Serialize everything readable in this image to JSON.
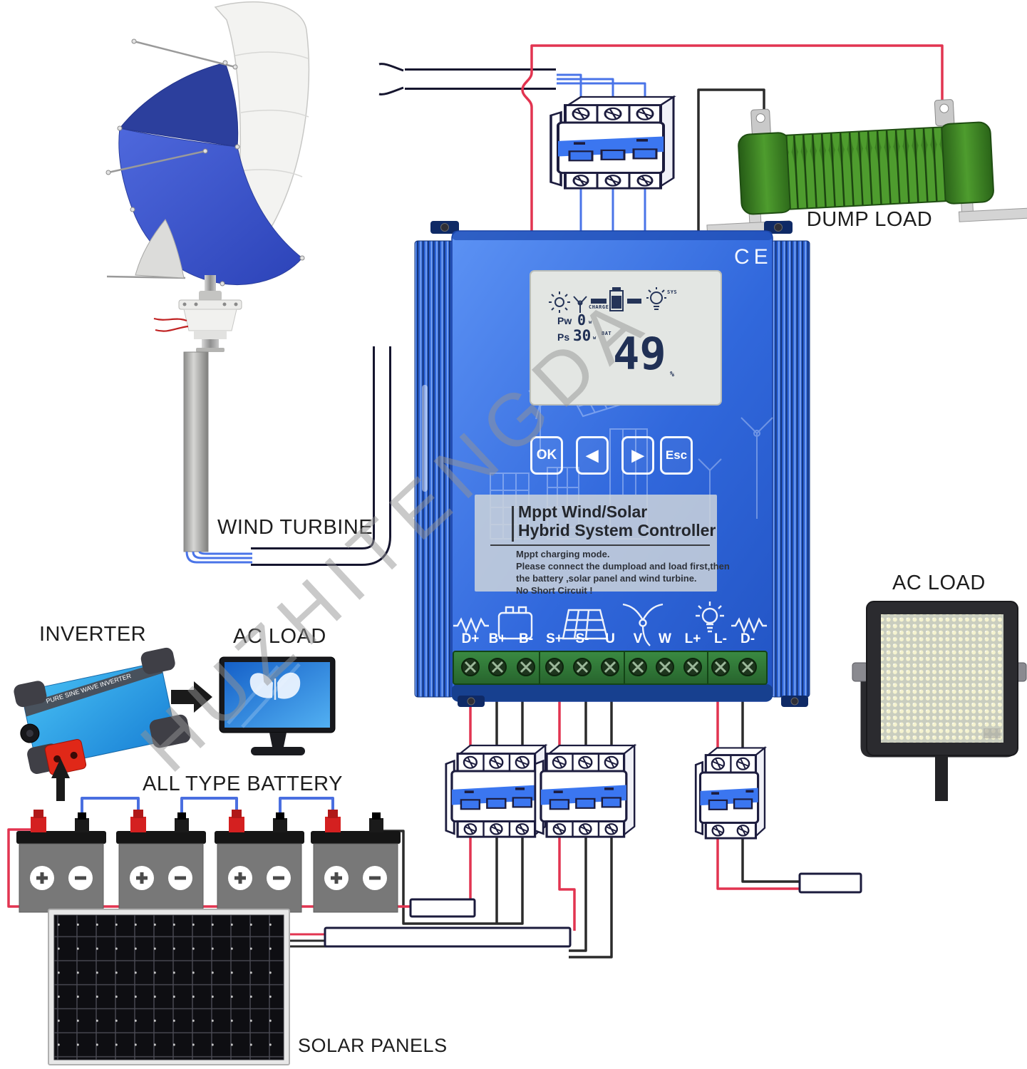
{
  "watermark": "HUZHITENGDA",
  "labels": {
    "wind_turbine": "WIND TURBINE",
    "dump_load": "DUMP LOAD",
    "inverter": "INVERTER",
    "ac_load_left": "AC LOAD",
    "all_type_battery": "ALL TYPE BATTERY",
    "ac_load_right": "AC LOAD",
    "solar_panels": "SOLAR PANELS"
  },
  "controller": {
    "ce_mark": "CE",
    "lcd": {
      "charge_label": "CHARGE",
      "sys_label": "SYS",
      "pw_label": "Pw",
      "pw_value": "0",
      "pw_unit": "w",
      "ps_label": "Ps",
      "ps_value": "30",
      "ps_unit": "w",
      "bat_label": "BAT",
      "main_value": "49",
      "main_unit": "%"
    },
    "lcd_icons": [
      "sun-icon",
      "wind-turbine-icon",
      "flow-dash-icon",
      "battery-level-icon",
      "flow-dash-icon",
      "lamp-icon"
    ],
    "buttons": [
      {
        "label": "OK"
      },
      {
        "label": "◀"
      },
      {
        "label": "▶"
      },
      {
        "label": "Esc"
      }
    ],
    "plate": {
      "title_line1": "Mppt Wind/Solar",
      "title_line2": "Hybrid System Controller",
      "lines": [
        "Mppt charging mode.",
        "Please connect the dumpload and load first,then",
        "the battery ,solar panel and wind turbine.",
        "No Short Circuit !"
      ]
    },
    "terminals": [
      "D+",
      "B+",
      "B-",
      "S+",
      "S-",
      "U",
      "V",
      "W",
      "L+",
      "L-",
      "D-"
    ],
    "terminal_icons": [
      "resistor-icon",
      "battery-icon",
      "solar-panel-icon",
      "wind-turbine-icon",
      "lamp-icon",
      "resistor-icon"
    ]
  },
  "inverter": {
    "stripe_text": "PURE SINE WAVE INVERTER"
  },
  "colors": {
    "wire_red": "#e23450",
    "wire_black": "#2b2b2b",
    "wire_blue": "#4a74e8",
    "controller_blue": "#2f63d8",
    "breaker_blue": "#3b76f0",
    "dump_load_green": "#3e8424",
    "terminal_block_green": "#2f7a37",
    "battery_gray": "#787878"
  }
}
